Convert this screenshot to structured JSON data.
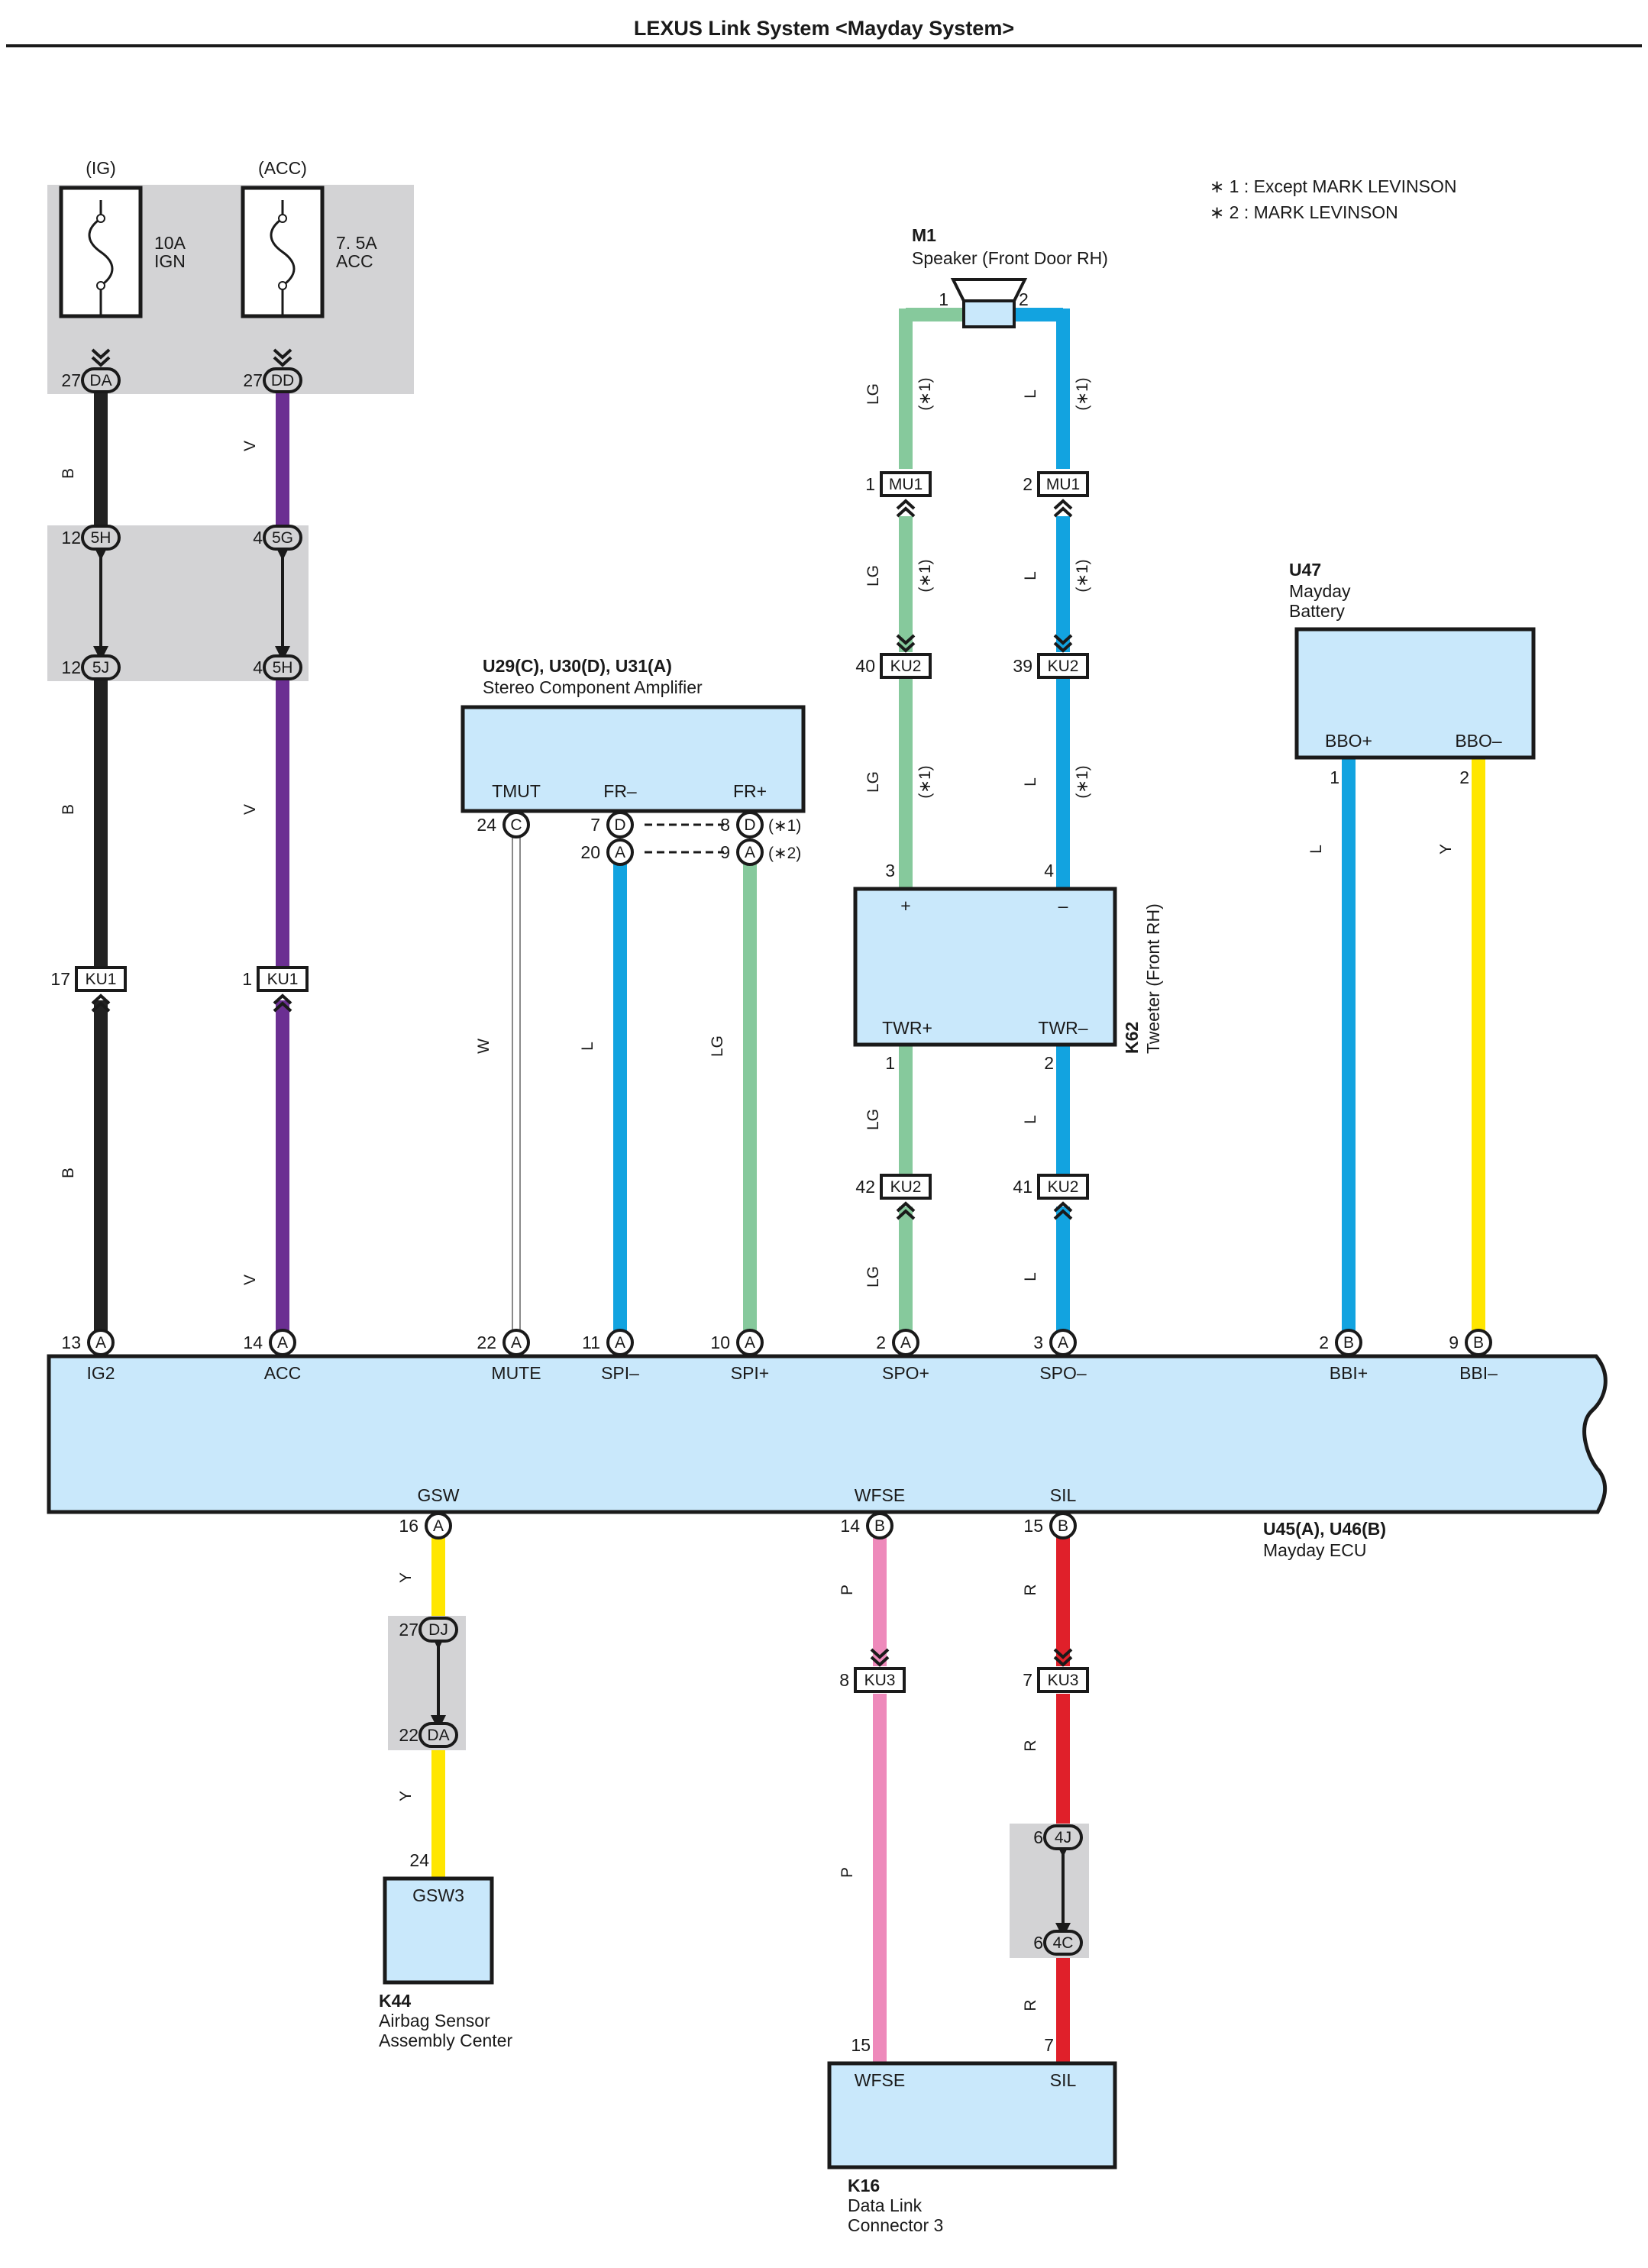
{
  "title": "LEXUS Link System <Mayday System>",
  "notes": [
    "∗ 1 : Except MARK LEVINSON",
    "∗ 2 : MARK LEVINSON"
  ],
  "colors": {
    "B": "#222222",
    "V": "#6b2f92",
    "LG": "#86c99c",
    "L": "#12a3e0",
    "Y": "#ffe600",
    "P": "#ee8abb",
    "R": "#e0202a",
    "W": "#ffffff",
    "box": "#c9e8fb",
    "shade": "#d3d3d5"
  },
  "power": {
    "ig": "(IG)",
    "acc": "(ACC)",
    "fuse_ig": [
      "10A",
      "IGN"
    ],
    "fuse_acc": [
      "7. 5A",
      "ACC"
    ]
  },
  "components": {
    "m1": {
      "code": "M1",
      "name": "Speaker (Front Door RH)",
      "pins": [
        "1",
        "2"
      ]
    },
    "amp": {
      "code": "U29(C), U30(D), U31(A)",
      "name": "Stereo Component Amplifier",
      "terms": [
        "TMUT",
        "FR–",
        "FR+"
      ]
    },
    "tweeter": {
      "code": "K62",
      "name": "Tweeter (Front RH)",
      "terms": [
        "+",
        "–",
        "TWR+",
        "TWR–"
      ]
    },
    "battery": {
      "code": "U47",
      "name": [
        "Mayday",
        "Battery"
      ],
      "terms": [
        "BBO+",
        "BBO–"
      ]
    },
    "ecu": {
      "code": "U45(A), U46(B)",
      "name": "Mayday ECU",
      "top_terms": [
        "IG2",
        "ACC",
        "MUTE",
        "SPI–",
        "SPI+",
        "SPO+",
        "SPO–",
        "BBI+",
        "BBI–"
      ],
      "bottom_terms": [
        "GSW",
        "WFSE",
        "SIL"
      ]
    },
    "airbag": {
      "code": "K44",
      "name": [
        "Airbag Sensor",
        "Assembly Center"
      ],
      "term": "GSW3"
    },
    "dlc": {
      "code": "K16",
      "name": [
        "Data Link",
        "Connector 3"
      ],
      "terms": [
        "WFSE",
        "SIL"
      ]
    }
  },
  "wires": [
    {
      "id": "ig-1",
      "color": "B",
      "label": "B"
    },
    {
      "id": "ig-2",
      "color": "B",
      "label": "B"
    },
    {
      "id": "ig-3",
      "color": "B",
      "label": "B"
    },
    {
      "id": "acc-1",
      "color": "V",
      "label": "V"
    },
    {
      "id": "acc-2",
      "color": "V",
      "label": "V"
    },
    {
      "id": "acc-3",
      "color": "V",
      "label": "V"
    },
    {
      "id": "mute",
      "color": "W",
      "label": "W"
    },
    {
      "id": "spi-neg",
      "color": "L",
      "label": "L"
    },
    {
      "id": "spi-pos",
      "color": "LG",
      "label": "LG"
    },
    {
      "id": "spo-pos-1",
      "color": "LG",
      "label": "LG",
      "note": "(∗1)"
    },
    {
      "id": "spo-pos-2",
      "color": "LG",
      "label": "LG",
      "note": "(∗1)"
    },
    {
      "id": "spo-pos-3",
      "color": "LG",
      "label": "LG",
      "note": "(∗1)"
    },
    {
      "id": "spo-pos-4",
      "color": "LG",
      "label": "LG"
    },
    {
      "id": "spo-pos-5",
      "color": "LG",
      "label": "LG"
    },
    {
      "id": "spo-neg-1",
      "color": "L",
      "label": "L",
      "note": "(∗1)"
    },
    {
      "id": "spo-neg-2",
      "color": "L",
      "label": "L",
      "note": "(∗1)"
    },
    {
      "id": "spo-neg-3",
      "color": "L",
      "label": "L",
      "note": "(∗1)"
    },
    {
      "id": "spo-neg-4",
      "color": "L",
      "label": "L"
    },
    {
      "id": "spo-neg-5",
      "color": "L",
      "label": "L"
    },
    {
      "id": "bbi-pos",
      "color": "L",
      "label": "L"
    },
    {
      "id": "bbi-neg",
      "color": "Y",
      "label": "Y"
    },
    {
      "id": "gsw-1",
      "color": "Y",
      "label": "Y"
    },
    {
      "id": "gsw-2",
      "color": "Y",
      "label": "Y"
    },
    {
      "id": "wfse-1",
      "color": "P",
      "label": "P"
    },
    {
      "id": "wfse-2",
      "color": "P",
      "label": "P"
    },
    {
      "id": "sil-1",
      "color": "R",
      "label": "R"
    },
    {
      "id": "sil-2",
      "color": "R",
      "label": "R"
    },
    {
      "id": "sil-3",
      "color": "R",
      "label": "R"
    }
  ],
  "connectors": [
    {
      "id": "ig-da",
      "pin": "27",
      "code": "DA"
    },
    {
      "id": "acc-dd",
      "pin": "27",
      "code": "DD"
    },
    {
      "id": "ig-5h",
      "pin": "12",
      "code": "5H"
    },
    {
      "id": "ig-5j",
      "pin": "12",
      "code": "5J"
    },
    {
      "id": "acc-5g",
      "pin": "4",
      "code": "5G"
    },
    {
      "id": "acc-5h",
      "pin": "4",
      "code": "5H"
    },
    {
      "id": "ig-ku1",
      "pin": "17",
      "code": "KU1"
    },
    {
      "id": "acc-ku1",
      "pin": "1",
      "code": "KU1"
    },
    {
      "id": "mu1-1",
      "pin": "1",
      "code": "MU1"
    },
    {
      "id": "mu1-2",
      "pin": "2",
      "code": "MU1"
    },
    {
      "id": "ku2-40",
      "pin": "40",
      "code": "KU2"
    },
    {
      "id": "ku2-39",
      "pin": "39",
      "code": "KU2"
    },
    {
      "id": "ku2-42",
      "pin": "42",
      "code": "KU2"
    },
    {
      "id": "ku2-41",
      "pin": "41",
      "code": "KU2"
    },
    {
      "id": "amp-tmut",
      "pin": "24",
      "code": "C"
    },
    {
      "id": "amp-fr-neg-1",
      "pin": "7",
      "code": "D"
    },
    {
      "id": "amp-fr-neg-2",
      "pin": "20",
      "code": "A"
    },
    {
      "id": "amp-fr-pos-1",
      "pin": "8",
      "code": "D",
      "note": "(∗1)"
    },
    {
      "id": "amp-fr-pos-2",
      "pin": "9",
      "code": "A",
      "note": "(∗2)"
    },
    {
      "id": "ecu-ig2",
      "pin": "13",
      "code": "A"
    },
    {
      "id": "ecu-acc",
      "pin": "14",
      "code": "A"
    },
    {
      "id": "ecu-mute",
      "pin": "22",
      "code": "A"
    },
    {
      "id": "ecu-spi-neg",
      "pin": "11",
      "code": "A"
    },
    {
      "id": "ecu-spi-pos",
      "pin": "10",
      "code": "A"
    },
    {
      "id": "ecu-spo-pos",
      "pin": "2",
      "code": "A"
    },
    {
      "id": "ecu-spo-neg",
      "pin": "3",
      "code": "A"
    },
    {
      "id": "ecu-bbi-pos",
      "pin": "2",
      "code": "B"
    },
    {
      "id": "ecu-bbi-neg",
      "pin": "9",
      "code": "B"
    },
    {
      "id": "ecu-gsw",
      "pin": "16",
      "code": "A"
    },
    {
      "id": "ecu-wfse",
      "pin": "14",
      "code": "B"
    },
    {
      "id": "ecu-sil",
      "pin": "15",
      "code": "B"
    },
    {
      "id": "gsw-dj",
      "pin": "27",
      "code": "DJ"
    },
    {
      "id": "gsw-da",
      "pin": "22",
      "code": "DA"
    },
    {
      "id": "ku3-8",
      "pin": "8",
      "code": "KU3"
    },
    {
      "id": "ku3-7",
      "pin": "7",
      "code": "KU3"
    },
    {
      "id": "sil-4j",
      "pin": "6",
      "code": "4J"
    },
    {
      "id": "sil-4c",
      "pin": "6",
      "code": "4C"
    }
  ],
  "pins": {
    "tw_plus": "3",
    "tw_minus": "4",
    "tw_twr_plus": "1",
    "tw_twr_minus": "2",
    "bat_pos": "1",
    "bat_neg": "2",
    "airbag": "24",
    "dlc_wfse": "15",
    "dlc_sil": "7"
  }
}
